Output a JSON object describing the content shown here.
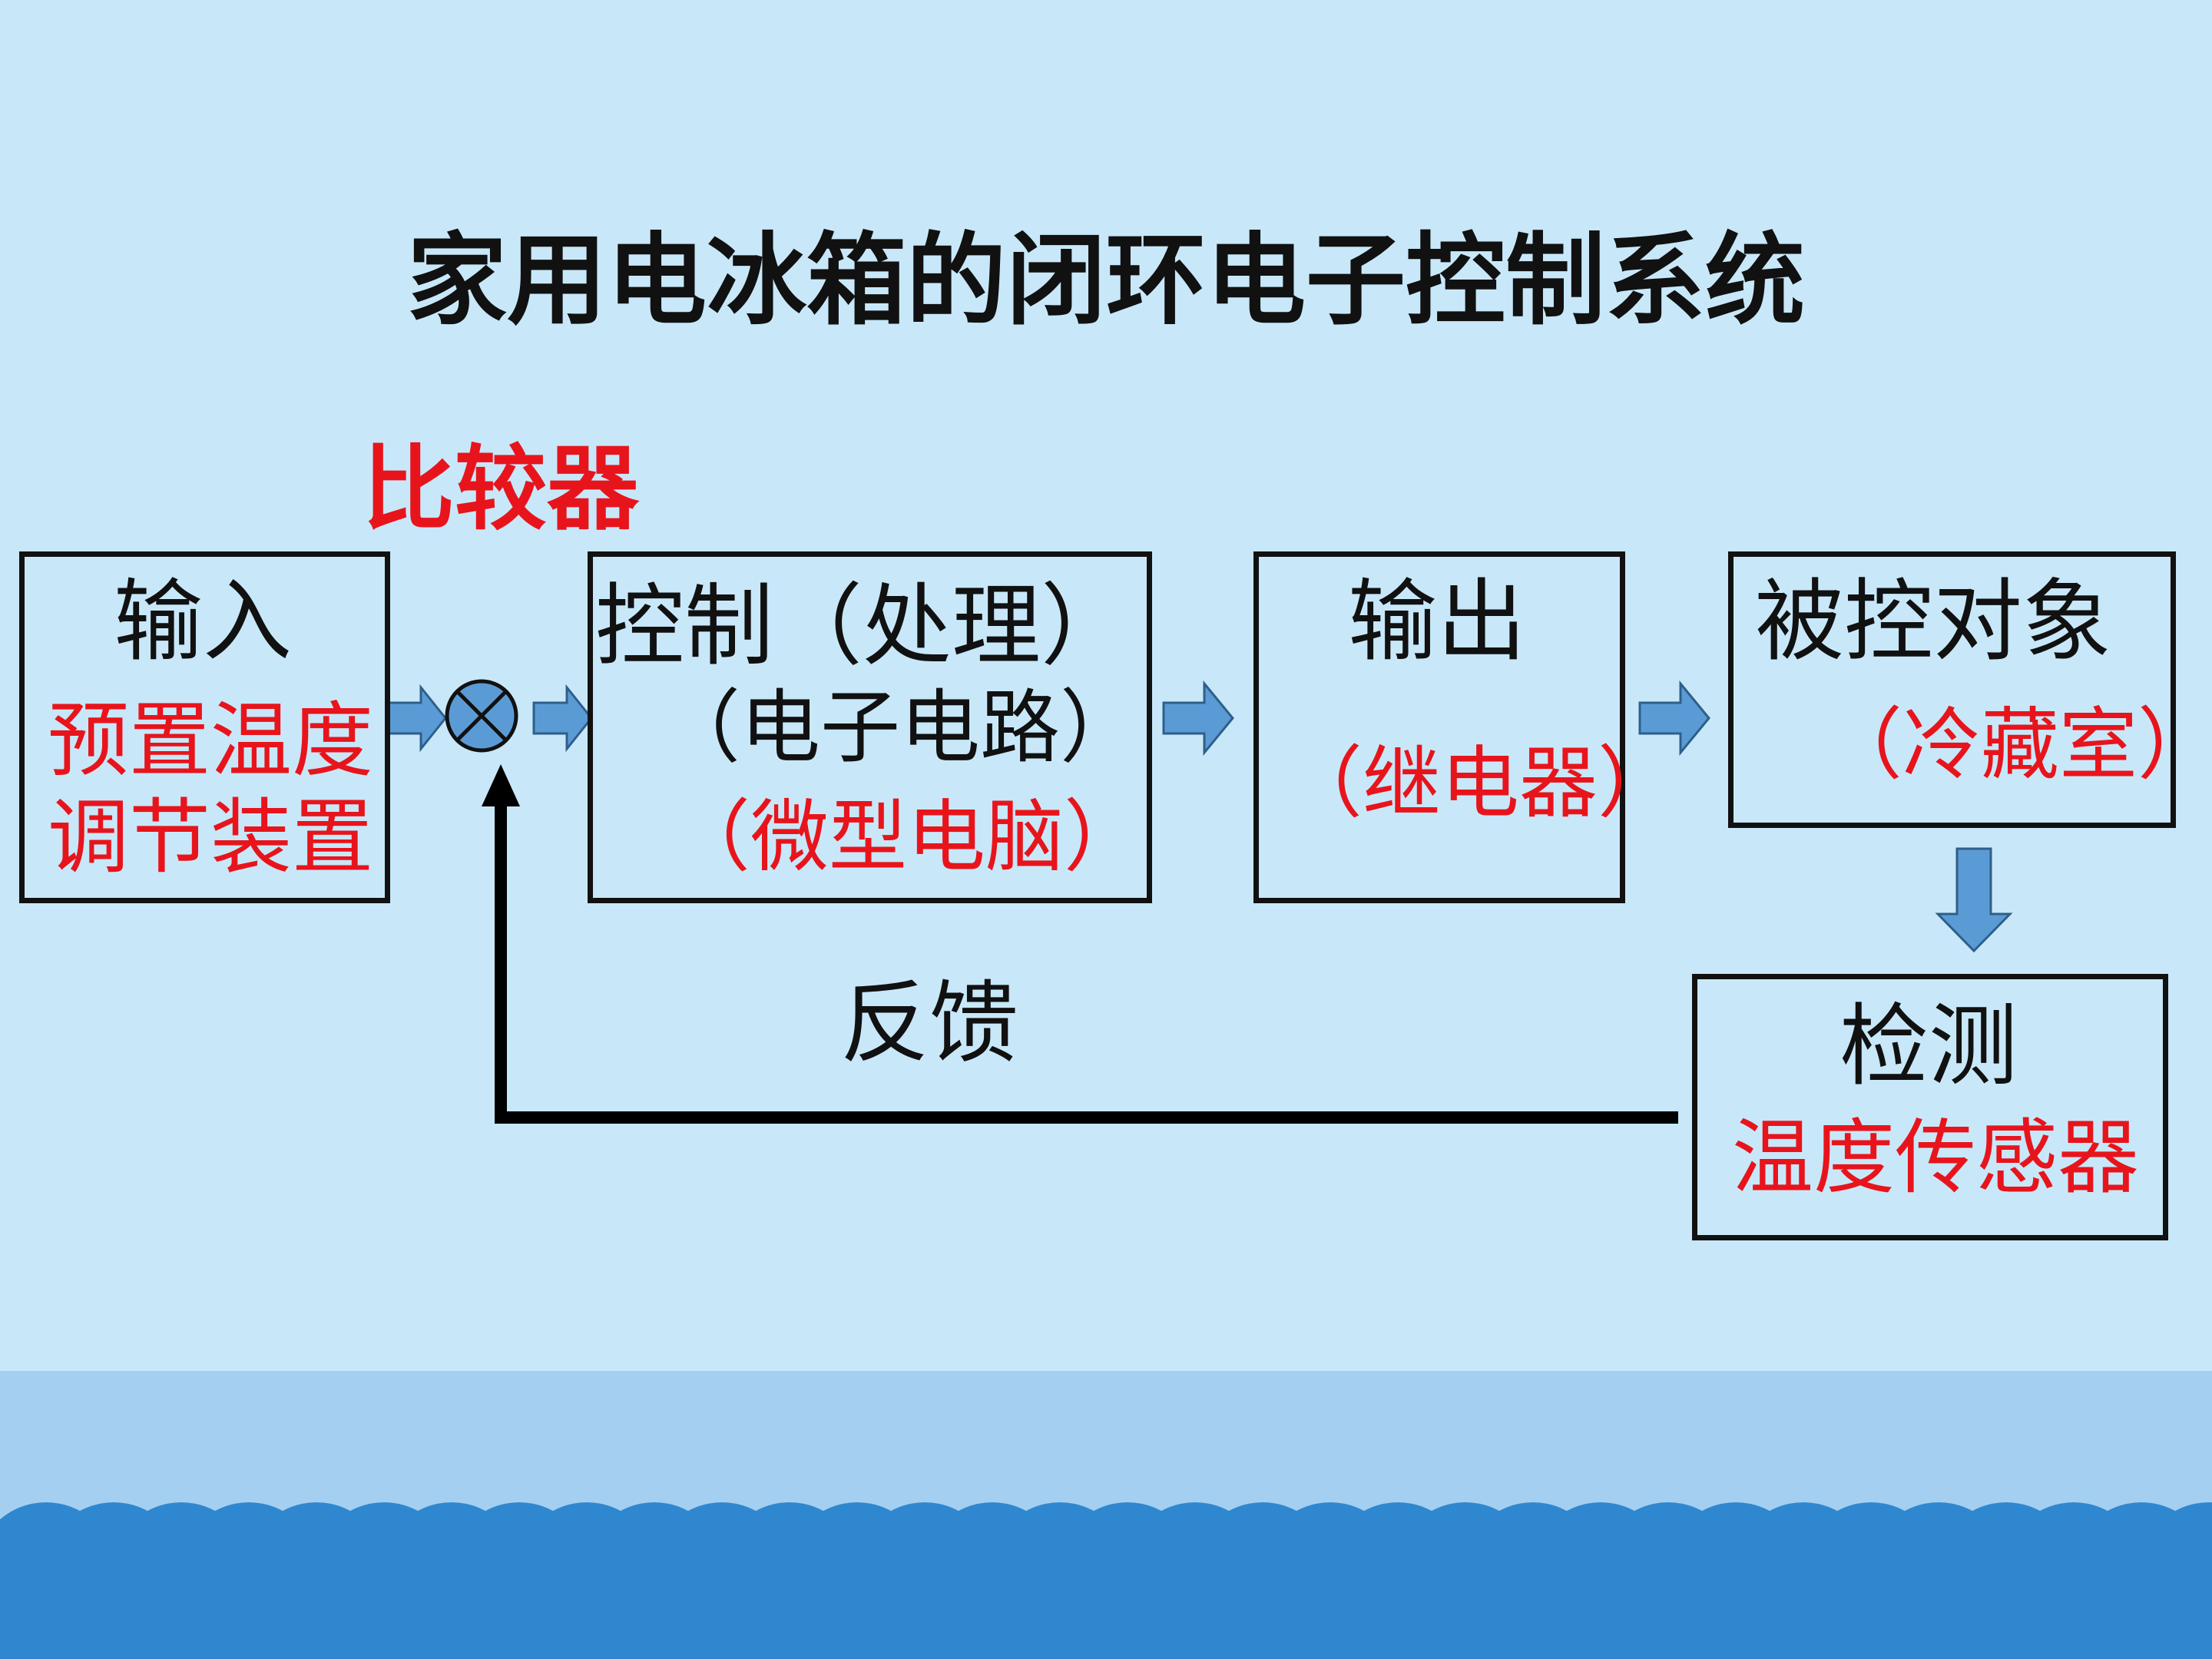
{
  "title": "家用电冰箱的闭环电子控制系统",
  "comparator_label": "比较器",
  "blocks": {
    "input": {
      "label": "输入",
      "detail_1": "预置温度",
      "detail_2": "调节装置"
    },
    "control": {
      "label": "控制（处理）",
      "detail_1": "（电子电路）",
      "detail_2": "（微型电脑）"
    },
    "output": {
      "label": "输出",
      "detail": "（继电器）"
    },
    "controlled_object": {
      "label": "被控对象",
      "detail": "（冷藏室）"
    },
    "detection": {
      "label": "检测",
      "detail": "温度传感器"
    }
  },
  "feedback_label": "反馈",
  "colors": {
    "background": "#c8e8f9",
    "red_text": "#e8141c",
    "arrow_fill": "#5b9bd5",
    "wave_dark": "#2f87cf",
    "wave_band": "#a4cff0"
  }
}
